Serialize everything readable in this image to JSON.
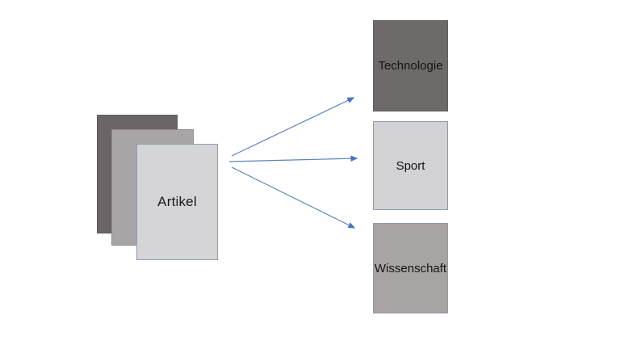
{
  "diagram": {
    "title": "",
    "background_color": "#ffffff",
    "source": {
      "label": "Artikel",
      "stack_card_fills": [
        "#6b6568",
        "#a9a4a6",
        "#d5d4d6"
      ],
      "front_border_color": "#8e9bb1"
    },
    "categories": [
      {
        "label": "Technologie",
        "fill": "#6e6a6a"
      },
      {
        "label": "Sport",
        "fill": "#d2d2d4"
      },
      {
        "label": "Wissenschaft",
        "fill": "#a8a4a4"
      }
    ],
    "connections": [
      {
        "from": "Artikel",
        "to": "Technologie"
      },
      {
        "from": "Artikel",
        "to": "Sport"
      },
      {
        "from": "Artikel",
        "to": "Wissenschaft"
      }
    ],
    "arrow_color": "#5b82c2",
    "arrowhead_color": "#4a74ba",
    "text_color": "#1a1a1a"
  }
}
